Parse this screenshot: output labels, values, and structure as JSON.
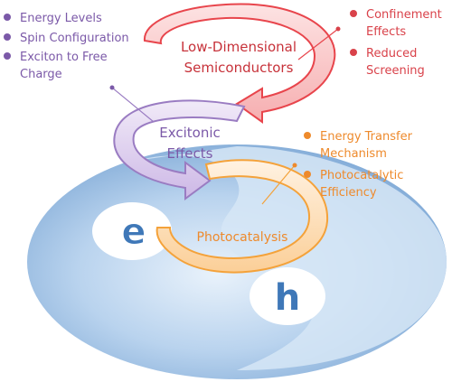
{
  "arrows": {
    "semiconductors": {
      "line1": "Low-Dimensional",
      "line2": "Semiconductors",
      "color": "#e8454c"
    },
    "excitonic": {
      "line1": "Excitonic",
      "line2": "Effects",
      "color": "#9a7cc2"
    },
    "photocatalysis": {
      "line1": "Photocatalysis",
      "color": "#f4a23a"
    }
  },
  "carriers": {
    "electron": "e",
    "hole": "h"
  },
  "lists": {
    "left": {
      "color": "#7b59a8",
      "items": [
        {
          "line1": "Energy Levels"
        },
        {
          "line1": "Spin Configuration"
        },
        {
          "line1": "Exciton to Free",
          "line2": "Charge"
        }
      ]
    },
    "right_top": {
      "color": "#d9424a",
      "items": [
        {
          "line1": "Confinement",
          "line2": "Effects"
        },
        {
          "line1": "Reduced",
          "line2": "Screening"
        }
      ]
    },
    "right_mid": {
      "color": "#ee8a2c",
      "items": [
        {
          "line1": "Energy Transfer",
          "line2": "Mechanism"
        },
        {
          "line1": "Photocatalytic",
          "line2": "Efficiency"
        }
      ]
    }
  },
  "colors": {
    "disc_dark": "#8eb6df",
    "disc_light": "#d9e8f6",
    "carrier_text": "#3f78b8"
  }
}
